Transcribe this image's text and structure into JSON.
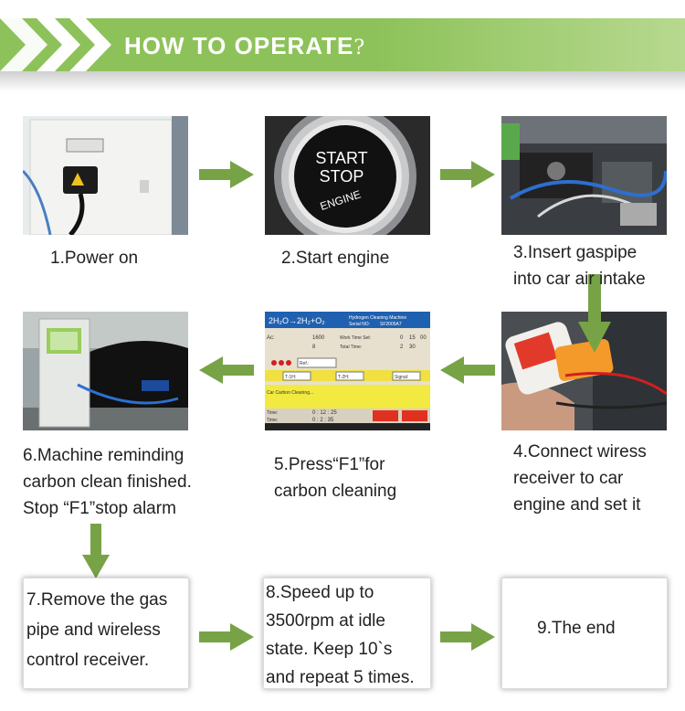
{
  "header": {
    "title": "HOW TO OPERATE",
    "title_suffix": "?"
  },
  "photos": {
    "p2": {
      "line1": "START",
      "line2": "STOP",
      "line3": "ENGINE"
    },
    "p5": {
      "formula_left": "2H₂O→2H₂+O₂",
      "machine": "Hydrogen Cleaning Machine",
      "serial_label": "Serial NO:",
      "serial_value": "SF2005A7",
      "r1_left_label": "Ac:",
      "r1_left_value": "1600",
      "r1_right_label": "Work Time Set:",
      "r1_right_v1": "0",
      "r1_right_v2": "15",
      "r1_right_v3": "00",
      "r2_left_value": "8",
      "r2_right_label": "Total Time:",
      "r2_right_v1": "2",
      "r2_right_v2": "30",
      "ref": "Ref.:",
      "t1": "T-1H:",
      "t2": "T-2H:",
      "signal": "Signal:",
      "status": "Car Carbon Cleaning...",
      "time1_label": "Time:",
      "time1_value": "0 : 12 : 25",
      "time2_label": "Time:",
      "time2_value": "0 : 2 : 35"
    }
  },
  "steps": {
    "s1": "1.Power on",
    "s2": "2.Start engine",
    "s3": [
      "3.Insert gaspipe",
      "into car air intake"
    ],
    "s4": [
      "4.Connect wiress",
      "receiver to car",
      "engine and set it"
    ],
    "s5": [
      "5.Press“F1”for",
      "carbon cleaning"
    ],
    "s6": [
      "6.Machine reminding",
      "carbon clean finished.",
      "Stop “F1”stop alarm"
    ],
    "s7": [
      "7.Remove the gas",
      "pipe and wireless",
      "control receiver."
    ],
    "s8": [
      "8.Speed up to",
      "3500rpm at idle",
      "state. Keep 10`s",
      "and repeat 5 times."
    ],
    "s9": "9.The end"
  },
  "colors": {
    "green": "#8dc25a",
    "arrow": "#77a346"
  }
}
